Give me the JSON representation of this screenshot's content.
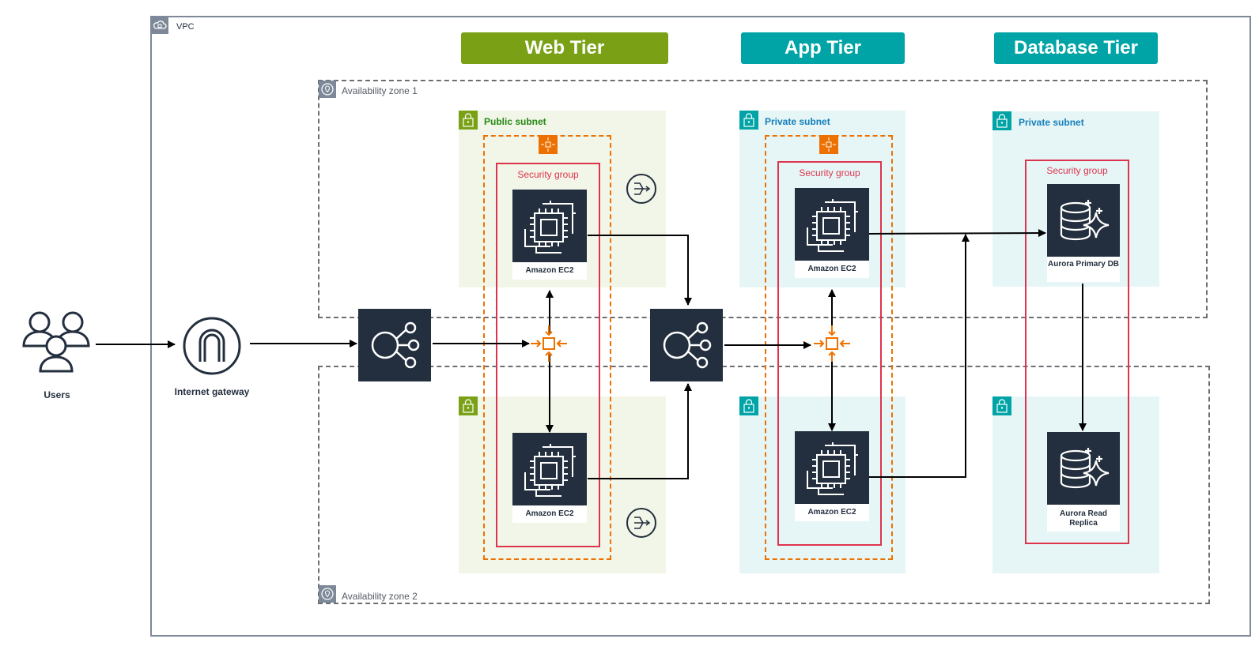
{
  "vpc": {
    "label": "VPC"
  },
  "tiers": {
    "web": "Web Tier",
    "app": "App Tier",
    "db": "Database Tier"
  },
  "zones": {
    "az1": "Availability zone 1",
    "az2": "Availability zone 2"
  },
  "subnets": {
    "public": "Public subnet",
    "private_app": "Private subnet",
    "private_db": "Private subnet"
  },
  "security_group": "Security group",
  "nodes": {
    "users": "Users",
    "igw": "Internet gateway",
    "ec2": "Amazon EC2",
    "aurora_primary": "Aurora Primary DB",
    "aurora_replica": "Aurora Read Replica"
  },
  "colors": {
    "web_tier": "#7aa116",
    "app_tier": "#00a4a6",
    "db_tier": "#00a4a6",
    "public_subnet": "#7aa116",
    "private_subnet": "#147eba",
    "security_group": "#dd344c",
    "auto_scaling": "#ed7100",
    "service_dark": "#232f3e"
  }
}
